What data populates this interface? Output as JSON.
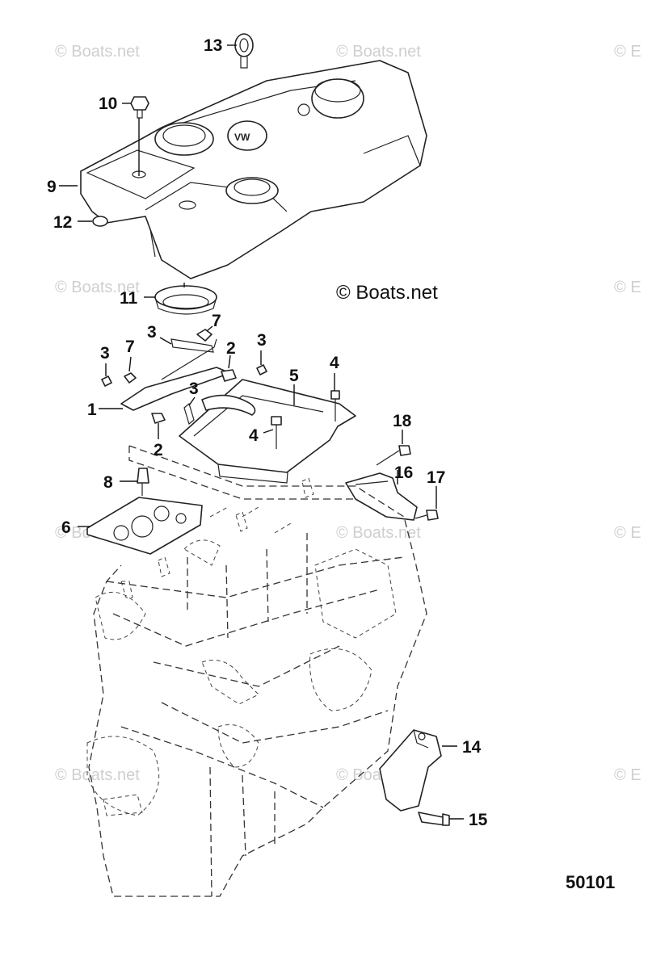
{
  "copyright": "© Boats.net",
  "watermark": "© Boats.net",
  "watermark_edge": "© E",
  "figure_number": "50101",
  "callouts": [
    {
      "id": "13",
      "label": "13"
    },
    {
      "id": "10",
      "label": "10"
    },
    {
      "id": "9",
      "label": "9"
    },
    {
      "id": "12",
      "label": "12"
    },
    {
      "id": "11",
      "label": "11"
    },
    {
      "id": "3a",
      "label": "3"
    },
    {
      "id": "7a",
      "label": "7"
    },
    {
      "id": "3b",
      "label": "3"
    },
    {
      "id": "2a",
      "label": "2"
    },
    {
      "id": "3c",
      "label": "3"
    },
    {
      "id": "7b",
      "label": "7"
    },
    {
      "id": "3d",
      "label": "3"
    },
    {
      "id": "5",
      "label": "5"
    },
    {
      "id": "4a",
      "label": "4"
    },
    {
      "id": "1",
      "label": "1"
    },
    {
      "id": "2b",
      "label": "2"
    },
    {
      "id": "4b",
      "label": "4"
    },
    {
      "id": "18",
      "label": "18"
    },
    {
      "id": "16",
      "label": "16"
    },
    {
      "id": "17",
      "label": "17"
    },
    {
      "id": "8",
      "label": "8"
    },
    {
      "id": "6",
      "label": "6"
    },
    {
      "id": "14",
      "label": "14"
    },
    {
      "id": "15",
      "label": "15"
    }
  ]
}
